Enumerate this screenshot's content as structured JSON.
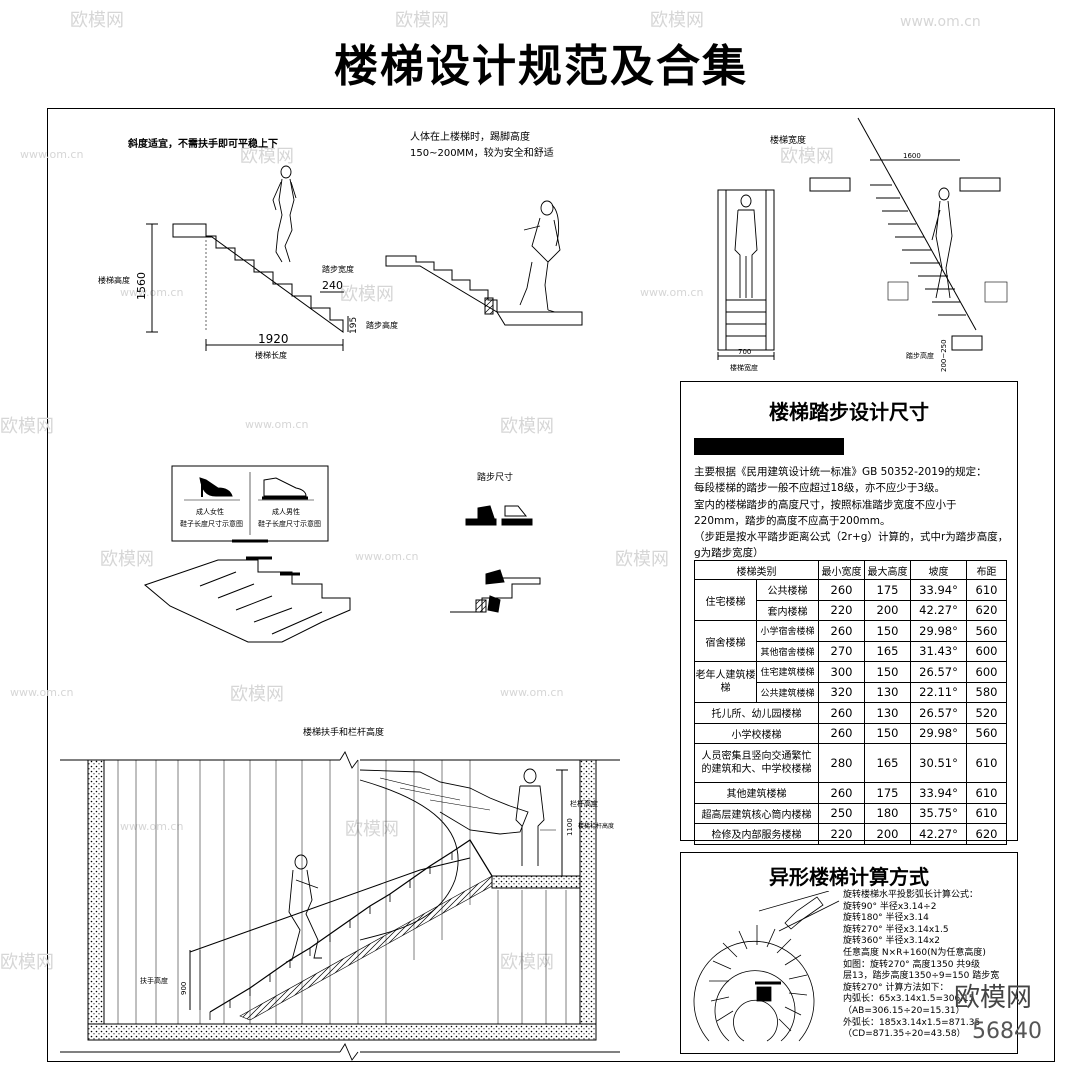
{
  "title": "楼梯设计规范及合集",
  "watermark": {
    "logo": "欧模网",
    "site": "www.om.cn",
    "id": "56840"
  },
  "panel_a": {
    "caption": "斜度适宜，不需扶手即可平稳上下",
    "height_label": "楼梯高度",
    "height_value": "1560",
    "length_value": "1920",
    "length_label": "楼梯长度",
    "tread_label": "踏步宽度",
    "tread_value": "240",
    "riser_value": "195",
    "riser_label": "踏步高度"
  },
  "panel_b": {
    "caption_line1": "人体在上楼梯时，踢脚高度",
    "caption_line2": "150~200MM，较为安全和舒适"
  },
  "panel_c": {
    "caption": "楼梯宽度",
    "top_dim": "1600",
    "width_value": "700",
    "width_label": "楼梯宽度",
    "riser_label": "踏步高度",
    "riser_value": "200~250"
  },
  "panel_d": {
    "shoe_adult": "成人女性",
    "shoe_adult_sub": "鞋子长度尺寸示意图",
    "shoe_man": "成人男性",
    "shoe_man_sub": "鞋子长度尺寸示意图",
    "step_size_label": "踏步尺寸"
  },
  "panel_e": {
    "caption": "楼梯扶手和栏杆高度",
    "rail_label": "扶手高度",
    "rail_value": "900",
    "guard_label": "栏杆高度",
    "guard_value": "1100",
    "guard_sub": "楼梯栏杆高度"
  },
  "spec": {
    "title": "楼梯踏步设计尺寸",
    "notes": [
      "主要根据《民用建筑设计统一标准》GB 50352-2019的规定：",
      "每段楼梯的踏步一般不应超过18级，亦不应少于3级。",
      "室内的楼梯踏步的高度尺寸，按照标准踏步宽度不应小于",
      "220mm，踏步的高度不应高于200mm。",
      "（步距是按水平踏步距离公式（2r+g）计算的，式中r为踏步高度，",
      "g为踏步宽度）"
    ],
    "headers": [
      "楼梯类别",
      "最小宽度",
      "最大高度",
      "坡度",
      "布距"
    ],
    "groups": [
      {
        "name": "住宅楼梯",
        "rows": [
          {
            "sub": "公共楼梯",
            "min": "260",
            "max": "175",
            "slope": "33.94°",
            "step": "610"
          },
          {
            "sub": "套内楼梯",
            "min": "220",
            "max": "200",
            "slope": "42.27°",
            "step": "620"
          }
        ]
      },
      {
        "name": "宿舍楼梯",
        "rows": [
          {
            "sub": "小学宿舍楼梯",
            "min": "260",
            "max": "150",
            "slope": "29.98°",
            "step": "560"
          },
          {
            "sub": "其他宿舍楼梯",
            "min": "270",
            "max": "165",
            "slope": "31.43°",
            "step": "600"
          }
        ]
      },
      {
        "name": "老年人建筑楼梯",
        "rows": [
          {
            "sub": "住宅建筑楼梯",
            "min": "300",
            "max": "150",
            "slope": "26.57°",
            "step": "600"
          },
          {
            "sub": "公共建筑楼梯",
            "min": "320",
            "max": "130",
            "slope": "22.11°",
            "step": "580"
          }
        ]
      }
    ],
    "singles": [
      {
        "name": "托儿所、幼儿园楼梯",
        "min": "260",
        "max": "130",
        "slope": "26.57°",
        "step": "520"
      },
      {
        "name": "小学校楼梯",
        "min": "260",
        "max": "150",
        "slope": "29.98°",
        "step": "560"
      },
      {
        "name_line1": "人员密集且竖向交通繁忙",
        "name_line2": "的建筑和大、中学校楼梯",
        "min": "280",
        "max": "165",
        "slope": "30.51°",
        "step": "610"
      },
      {
        "name": "其他建筑楼梯",
        "min": "260",
        "max": "175",
        "slope": "33.94°",
        "step": "610"
      },
      {
        "name": "超高层建筑核心筒内楼梯",
        "min": "250",
        "max": "180",
        "slope": "35.75°",
        "step": "610"
      },
      {
        "name": "检修及内部服务楼梯",
        "min": "220",
        "max": "200",
        "slope": "42.27°",
        "step": "620"
      }
    ]
  },
  "calc": {
    "title": "异形楼梯计算方式",
    "lines": [
      "旋转楼梯水平投影弧长计算公式：",
      "旋转90°      半径x3.14÷2",
      "旋转180°     半径x3.14",
      "旋转270°     半径x3.14x1.5",
      "旋转360°     半径x3.14x2",
      "任意高度       N×R+160(N为任意高度)",
      "如图：旋转270° 高度1350 共9级",
      "层13，踏步高度1350÷9=150 踏步宽",
      "旋转270° 计算方法如下：",
      "内弧长：65x3.14x1.5=306.15",
      "（AB=306.15÷20=15.31）",
      "外弧长：185x3.14x1.5=871.35",
      "（CD=871.35÷20=43.58）"
    ]
  }
}
